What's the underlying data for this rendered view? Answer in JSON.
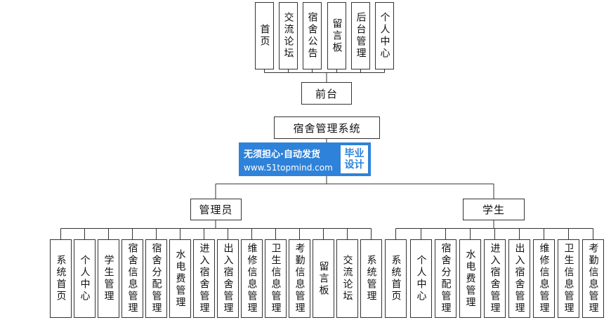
{
  "diagram": {
    "root": {
      "label": "宿舍管理系统"
    },
    "frontend": {
      "label": "前台",
      "children": [
        "首页",
        "交流论坛",
        "宿舍公告",
        "留言板",
        "后台管理",
        "个人中心"
      ]
    },
    "admin": {
      "label": "管理员",
      "children": [
        "系统首页",
        "个人中心",
        "学生管理",
        "宿舍信息管理",
        "宿舍分配管理",
        "水电费管理",
        "进入宿舍管理",
        "出入宿舍管理",
        "维修信息管理",
        "卫生信息管理",
        "考勤信息管理",
        "留言板",
        "交流论坛",
        "系统管理"
      ]
    },
    "student": {
      "label": "学生",
      "children": [
        "系统首页",
        "个人中心",
        "宿舍分配管理",
        "水电费管理",
        "进入宿舍管理",
        "出入宿舍管理",
        "维修信息管理",
        "卫生信息管理",
        "考勤信息管理"
      ]
    }
  },
  "watermark": {
    "slogan": "无须担心·自动发货",
    "url": "www.51topmind.com",
    "badge_line1": "毕业",
    "badge_line2": "设计"
  }
}
